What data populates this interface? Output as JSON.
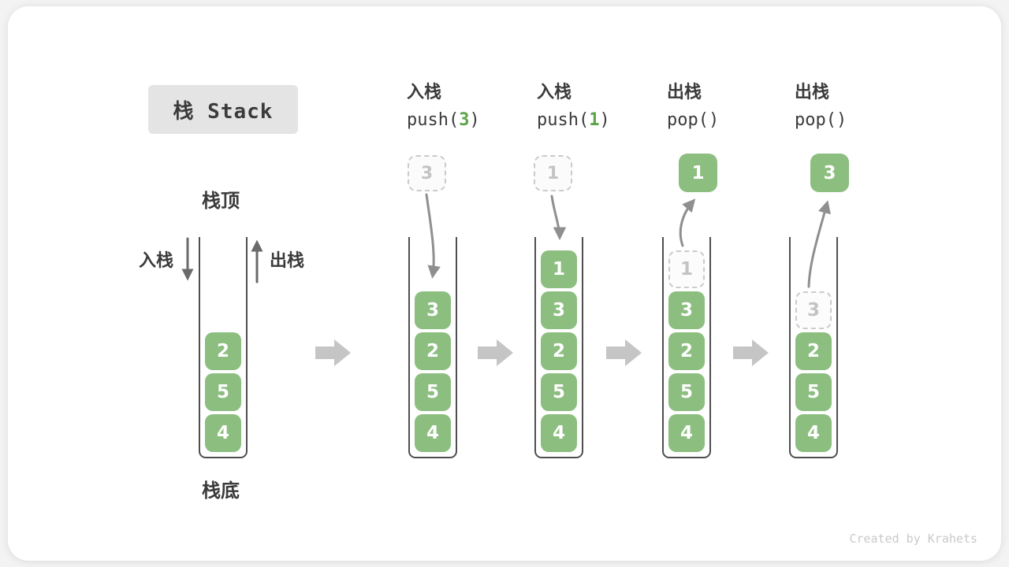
{
  "title": "栈 Stack",
  "side_labels": {
    "top": "栈顶",
    "bottom": "栈底",
    "push_in": "入栈",
    "pop_out": "出栈"
  },
  "headers": [
    {
      "label": "入栈",
      "fn": "push(",
      "arg": "3",
      "close": ")"
    },
    {
      "label": "入栈",
      "fn": "push(",
      "arg": "1",
      "close": ")"
    },
    {
      "label": "出栈",
      "fn": "pop(",
      "arg": "",
      "close": ")"
    },
    {
      "label": "出栈",
      "fn": "pop(",
      "arg": "",
      "close": ")"
    }
  ],
  "stacks": [
    {
      "cells": [
        "2",
        "5",
        "4"
      ]
    },
    {
      "incoming": "3",
      "cells": [
        "3",
        "2",
        "5",
        "4"
      ]
    },
    {
      "incoming": "1",
      "cells": [
        "1",
        "3",
        "2",
        "5",
        "4"
      ]
    },
    {
      "outgoing": "1",
      "ghost": "1",
      "cells": [
        "3",
        "2",
        "5",
        "4"
      ]
    },
    {
      "outgoing": "3",
      "ghost": "3",
      "cells": [
        "2",
        "5",
        "4"
      ]
    }
  ],
  "watermark": "Created by Krahets",
  "colors": {
    "cell_green": "#8CBE80",
    "arg_green": "#5BA449",
    "title_bg": "#E4E4E4",
    "text_dark": "#3B3B3B",
    "arrow_grey": "#8F8F8F",
    "dark_arrow_grey": "#6A6A6A",
    "block_arrow_grey": "#C5C5C5"
  }
}
